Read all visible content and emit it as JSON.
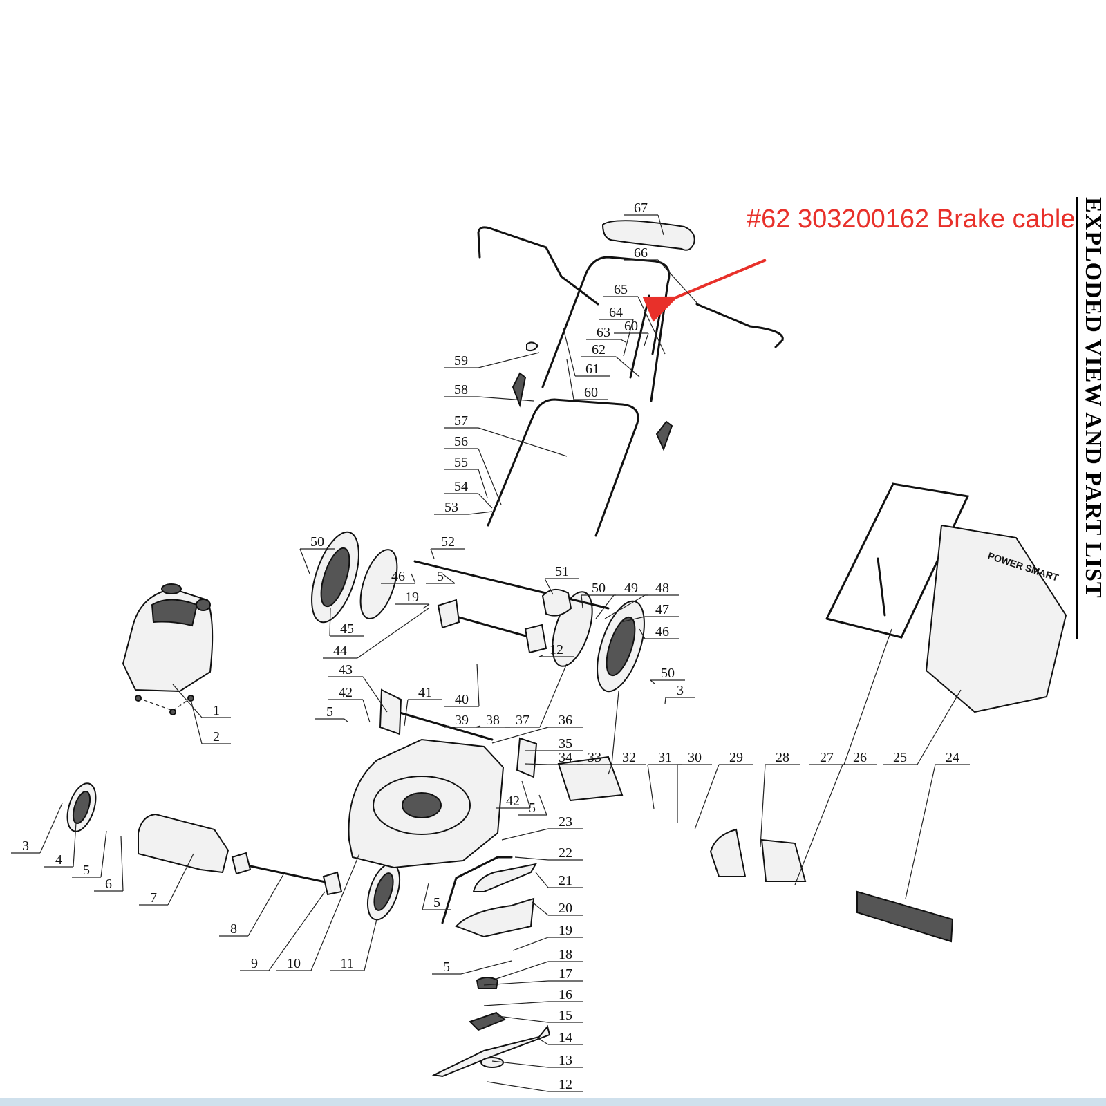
{
  "annotation": {
    "text": "#62 303200162 Brake cable",
    "color": "#e8302a"
  },
  "side_title": "EXPLODED VIEW AND PART LIST",
  "brand_label": "POWER SMART",
  "bottom_bar_color": "#cfe0ec",
  "callouts": [
    {
      "label": "67"
    },
    {
      "label": "66"
    },
    {
      "label": "65"
    },
    {
      "label": "64"
    },
    {
      "label": "63"
    },
    {
      "label": "60"
    },
    {
      "label": "62"
    },
    {
      "label": "61"
    },
    {
      "label": "60"
    },
    {
      "label": "59"
    },
    {
      "label": "58"
    },
    {
      "label": "57"
    },
    {
      "label": "56"
    },
    {
      "label": "55"
    },
    {
      "label": "54"
    },
    {
      "label": "53"
    },
    {
      "label": "50"
    },
    {
      "label": "52"
    },
    {
      "label": "46"
    },
    {
      "label": "5"
    },
    {
      "label": "51"
    },
    {
      "label": "50"
    },
    {
      "label": "49"
    },
    {
      "label": "48"
    },
    {
      "label": "47"
    },
    {
      "label": "46"
    },
    {
      "label": "19"
    },
    {
      "label": "45"
    },
    {
      "label": "44"
    },
    {
      "label": "12"
    },
    {
      "label": "50"
    },
    {
      "label": "3"
    },
    {
      "label": "43"
    },
    {
      "label": "42"
    },
    {
      "label": "41"
    },
    {
      "label": "40"
    },
    {
      "label": "5"
    },
    {
      "label": "39"
    },
    {
      "label": "38"
    },
    {
      "label": "37"
    },
    {
      "label": "36"
    },
    {
      "label": "35"
    },
    {
      "label": "34"
    },
    {
      "label": "33"
    },
    {
      "label": "32"
    },
    {
      "label": "31"
    },
    {
      "label": "30"
    },
    {
      "label": "29"
    },
    {
      "label": "28"
    },
    {
      "label": "27"
    },
    {
      "label": "26"
    },
    {
      "label": "25"
    },
    {
      "label": "24"
    },
    {
      "label": "1"
    },
    {
      "label": "2"
    },
    {
      "label": "42"
    },
    {
      "label": "5"
    },
    {
      "label": "23"
    },
    {
      "label": "22"
    },
    {
      "label": "21"
    },
    {
      "label": "20"
    },
    {
      "label": "19"
    },
    {
      "label": "5"
    },
    {
      "label": "18"
    },
    {
      "label": "17"
    },
    {
      "label": "16"
    },
    {
      "label": "15"
    },
    {
      "label": "14"
    },
    {
      "label": "13"
    },
    {
      "label": "12"
    },
    {
      "label": "3"
    },
    {
      "label": "4"
    },
    {
      "label": "5"
    },
    {
      "label": "6"
    },
    {
      "label": "7"
    },
    {
      "label": "8"
    },
    {
      "label": "9"
    },
    {
      "label": "10"
    },
    {
      "label": "11"
    },
    {
      "label": "5"
    }
  ]
}
